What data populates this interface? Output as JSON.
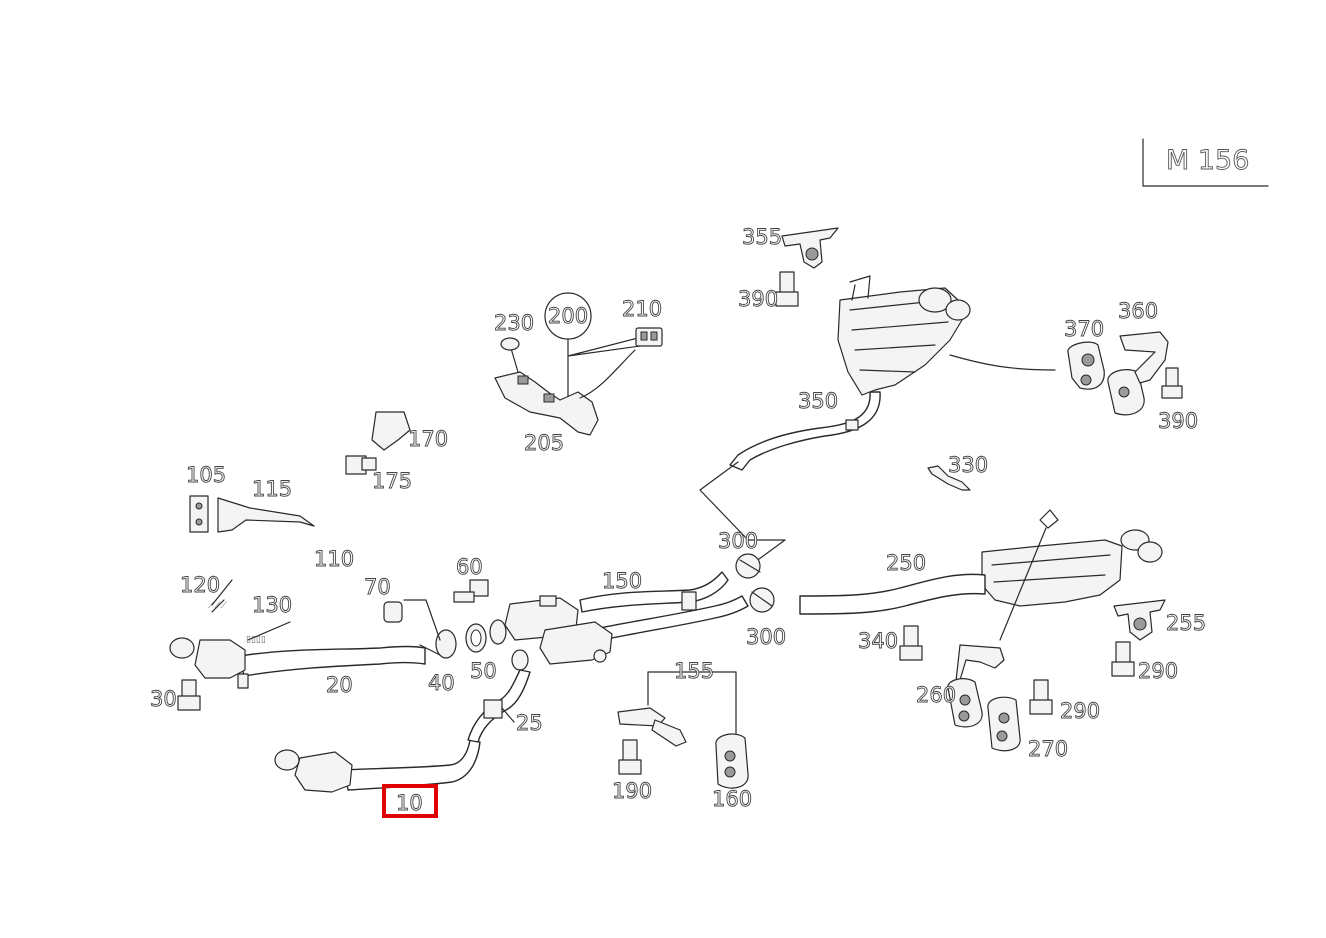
{
  "engine_code": "M 156",
  "highlight_color": "#e00000",
  "highlighted_part": "10",
  "parts": {
    "p10": "10",
    "p20": "20",
    "p25": "25",
    "p30": "30",
    "p40": "40",
    "p50": "50",
    "p60": "60",
    "p70": "70",
    "p105": "105",
    "p110": "110",
    "p115": "115",
    "p120": "120",
    "p130": "130",
    "p150": "150",
    "p155": "155",
    "p160": "160",
    "p170": "170",
    "p175": "175",
    "p190": "190",
    "p200": "200",
    "p205": "205",
    "p210": "210",
    "p230": "230",
    "p250": "250",
    "p255": "255",
    "p260": "260",
    "p270": "270",
    "p290a": "290",
    "p290b": "290",
    "p300a": "300",
    "p300b": "300",
    "p330": "330",
    "p340": "340",
    "p350": "350",
    "p355": "355",
    "p360": "360",
    "p370": "370",
    "p390a": "390",
    "p390b": "390"
  }
}
